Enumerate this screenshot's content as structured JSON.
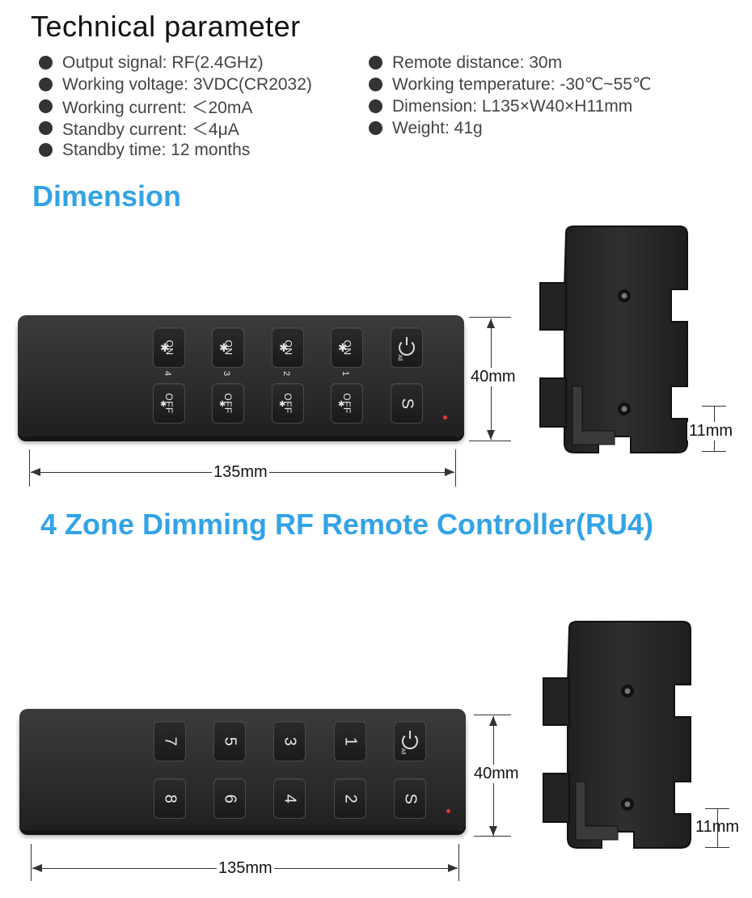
{
  "title": "Technical parameter",
  "params_left": [
    "Output signal: RF(2.4GHz)",
    "Working voltage: 3VDC(CR2032)",
    "Working current: ＜20mA",
    "Standby current: ＜4μA",
    "Standby time: 12 months"
  ],
  "params_right": [
    "Remote distance: 30m",
    "Working temperature: -30℃~55℃",
    "Dimension: L135×W40×H11mm",
    "Weight: 41g"
  ],
  "dimension_heading": "Dimension",
  "model_heading": "4 Zone Dimming RF Remote Controller(RU4)",
  "remote1": {
    "on_label": "ON",
    "off_label": "OFF",
    "zones": [
      "4",
      "3",
      "2",
      "1"
    ],
    "all_label": "All",
    "s_label": "S",
    "length": "135mm",
    "width": "40mm",
    "height": "11mm"
  },
  "remote2": {
    "top_keys": [
      "7",
      "5",
      "3",
      "1"
    ],
    "bottom_keys": [
      "8",
      "6",
      "4",
      "2"
    ],
    "all_label": "All",
    "s_label": "S",
    "length": "135mm",
    "width": "40mm",
    "height": "11mm"
  },
  "colors": {
    "accent": "#33a3e6",
    "remote_body": "#2c2c2e",
    "led": "#e53935"
  }
}
